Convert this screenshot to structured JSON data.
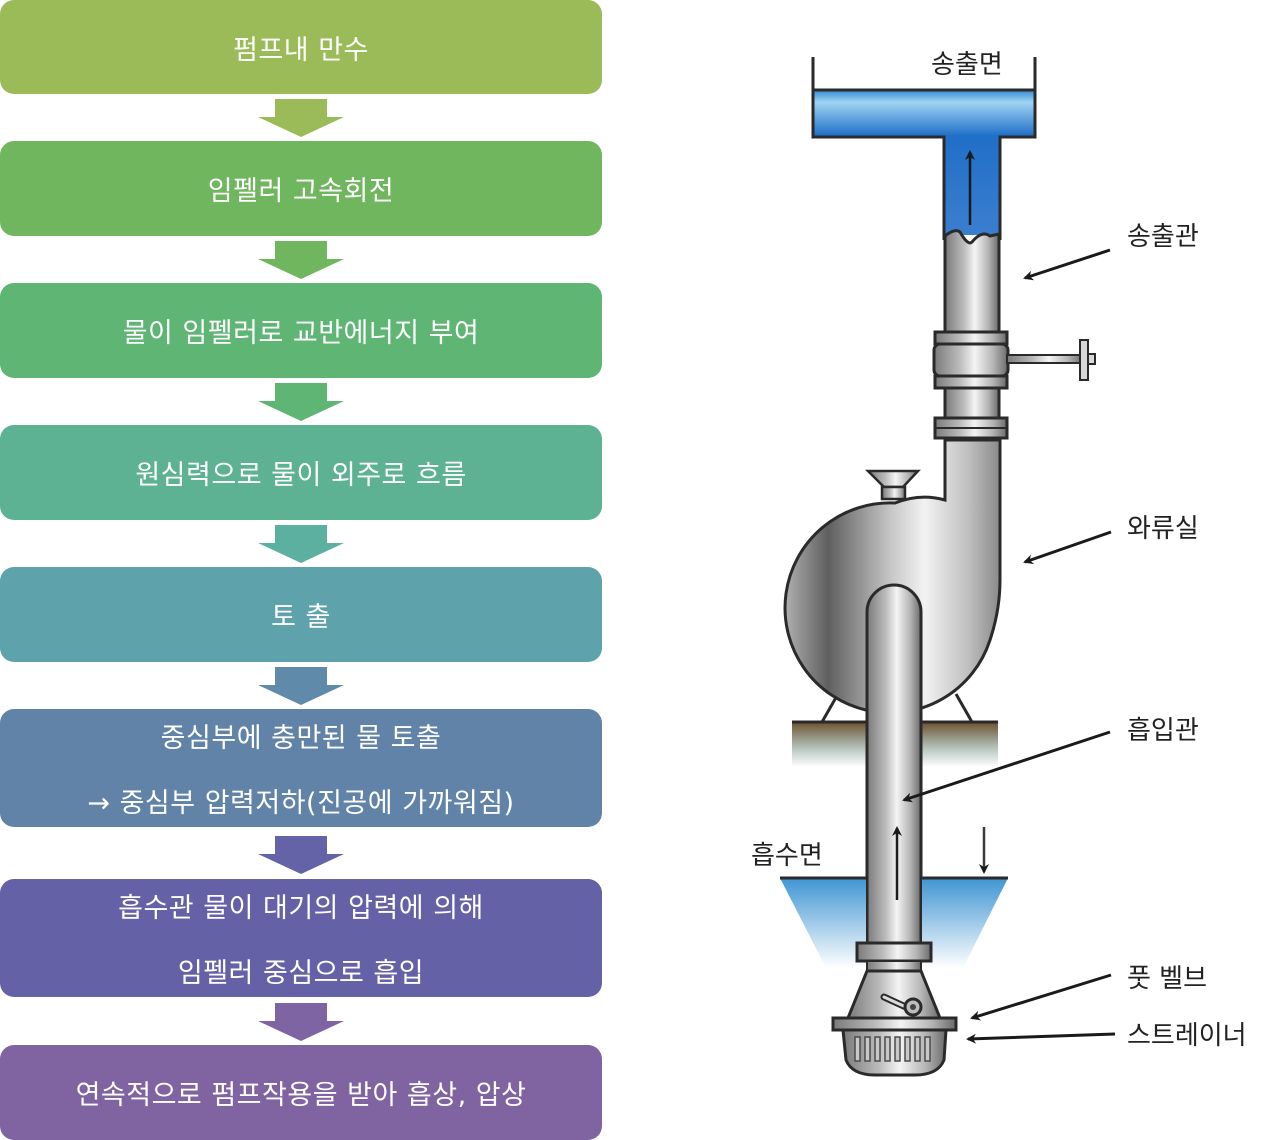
{
  "flowchart": {
    "steps": [
      {
        "lines": [
          "펌프내 만수"
        ],
        "color": "#9bbb59"
      },
      {
        "lines": [
          "임펠러 고속회전"
        ],
        "color": "#6fb65e"
      },
      {
        "lines": [
          "물이 임펠러로 교반에너지 부여"
        ],
        "color": "#5eb574"
      },
      {
        "lines": [
          "원심력으로 물이 외주로 흐름"
        ],
        "color": "#5cb293"
      },
      {
        "lines": [
          "토 출"
        ],
        "color": "#5ea3ab"
      },
      {
        "lines": [
          "중심부에 충만된 물 토출",
          "→ 중심부 압력저하(진공에 가까워짐)"
        ],
        "color": "#6183a8"
      },
      {
        "lines": [
          "흡수관 물이 대기의 압력에 의해",
          "임펠러 중심으로 흡입"
        ],
        "color": "#6561a7"
      },
      {
        "lines": [
          "연속적으로 펌프작용을 받아 흡상, 압상"
        ],
        "color": "#8064a2"
      }
    ],
    "arrows": [
      {
        "color": "#9bbb59"
      },
      {
        "color": "#6fb65e"
      },
      {
        "color": "#5eb574"
      },
      {
        "color": "#5cb0a0"
      },
      {
        "color": "#5f8aa9"
      },
      {
        "color": "#6563a8"
      },
      {
        "color": "#7e64a3"
      }
    ]
  },
  "diagram": {
    "labels": {
      "discharge_surface": "송출면",
      "discharge_pipe": "송출관",
      "volute_casing": "와류실",
      "suction_pipe": "흡입관",
      "suction_surface": "흡수면",
      "foot_valve": "풋 벨브",
      "strainer": "스트레이너"
    },
    "colors": {
      "water_top": "#9fd3f2",
      "water_deep": "#1a5fb0",
      "metal_light": "#f2f2f2",
      "metal_dark": "#6e6e6e",
      "outline": "#2a2a2a",
      "ground": "#6b5330"
    }
  }
}
